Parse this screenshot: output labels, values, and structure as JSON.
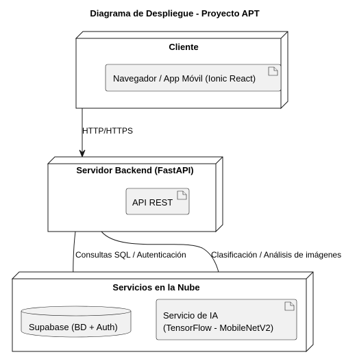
{
  "title": "Diagrama de Despliegue - Proyecto APT",
  "nodes": {
    "cliente": {
      "title": "Cliente",
      "artifact": "Navegador / App Móvil (Ionic React)"
    },
    "backend": {
      "title": "Servidor Backend (FastAPI)",
      "artifact": "API REST"
    },
    "nube": {
      "title": "Servicios en la Nube",
      "database": "Supabase (BD + Auth)",
      "ia_line1": "Servicio de IA",
      "ia_line2": "(TensorFlow - MobileNetV2)"
    }
  },
  "edges": {
    "http": "HTTP/HTTPS",
    "sql": "Consultas SQL / Autenticación",
    "ia": "Clasificación / Análisis de imágenes"
  },
  "colors": {
    "artifact_fill": "#f1f1f1",
    "stroke": "#181818",
    "background": "#ffffff"
  }
}
